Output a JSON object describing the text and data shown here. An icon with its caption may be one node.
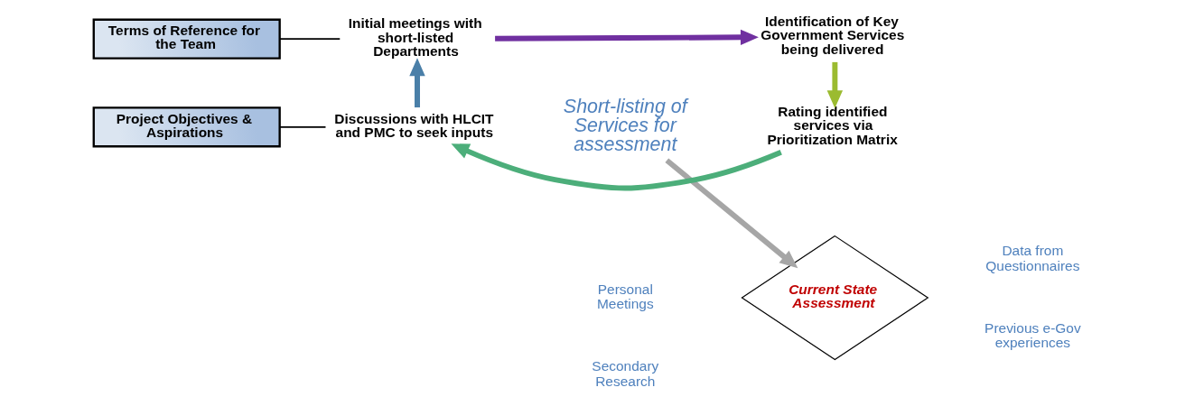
{
  "diagram": {
    "nodes": [
      {
        "text": [
          "Terms of Reference for the Team"
        ]
      },
      {
        "text": [
          "Project Objectives & Aspirations"
        ]
      },
      {
        "text": [
          "Initial meetings with short-listed Departments"
        ]
      },
      {
        "text": [
          "Identification of Key Government Services being delivered"
        ]
      },
      {
        "text": [
          "Short-listing of Services for assessment"
        ]
      },
      {
        "text": [
          "Discussions with HLCIT and PMC to seek inputs"
        ]
      },
      {
        "text": [
          "Rating identified services via Prioritization Matrix"
        ]
      },
      {
        "text": [
          "Current State Assessment"
        ],
        "beside": [
          "Personal Meetings",
          "Data from Questionnaires",
          "Secondary Research",
          "Previous e-Gov experiences"
        ]
      }
    ],
    "edges": [
      {
        "from": 0,
        "to": 2,
        "arrow": "none"
      },
      {
        "from": 1,
        "to": 5,
        "arrow": "none"
      },
      {
        "from": 2,
        "to": 3,
        "arrow": "to",
        "color": "#7030a0"
      },
      {
        "from": 3,
        "to": 6,
        "arrow": "to",
        "color": "#9bbb30"
      },
      {
        "from": 6,
        "to": 5,
        "arrow": "to",
        "color": "#4cae7a"
      },
      {
        "from": 5,
        "to": 2,
        "arrow": "to",
        "color": "#4a7fa8"
      },
      {
        "from": 4,
        "to": 7,
        "arrow": "to",
        "color": "#a6a6a6"
      }
    ]
  }
}
